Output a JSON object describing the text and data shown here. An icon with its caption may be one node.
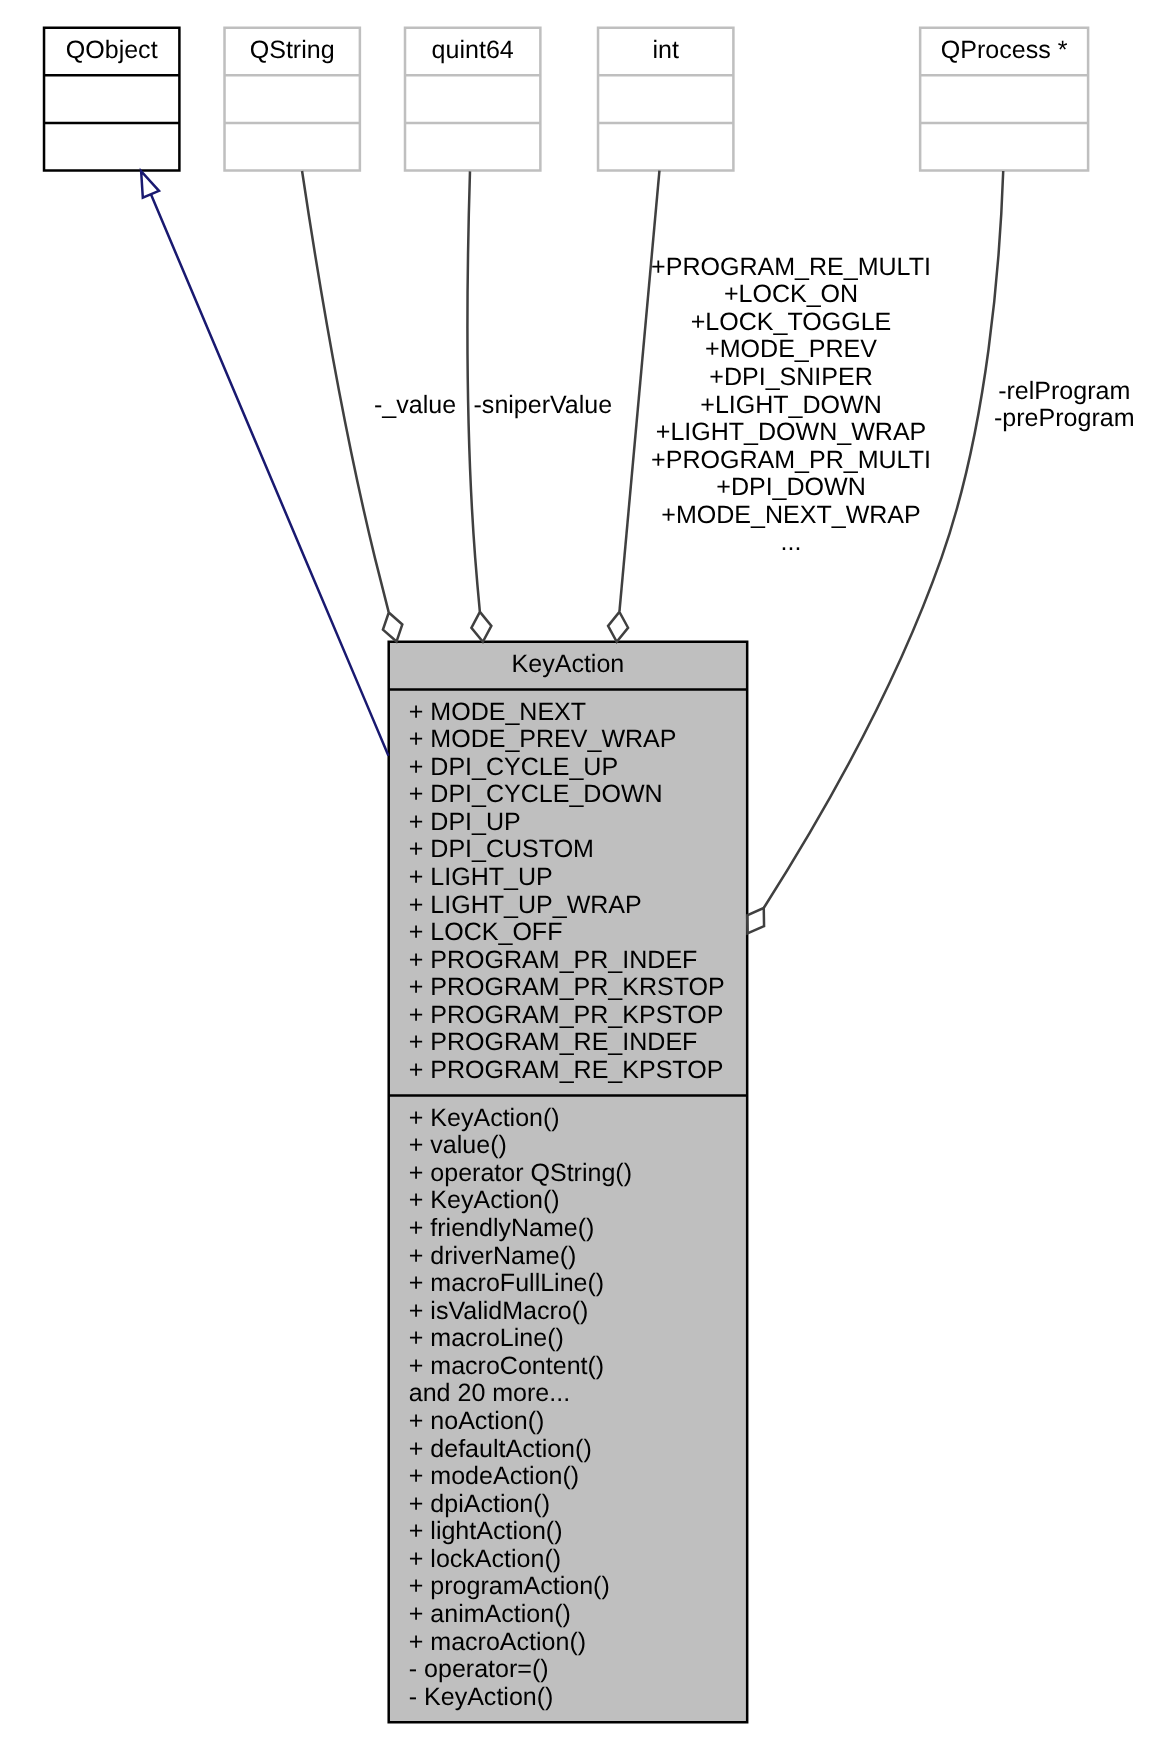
{
  "diagram": {
    "nodes": [
      {
        "text": [
          "QObject"
        ]
      },
      {
        "text": [
          "QString"
        ]
      },
      {
        "text": [
          "quint64"
        ]
      },
      {
        "text": [
          "int"
        ]
      },
      {
        "text": [
          "QProcess *"
        ]
      },
      {
        "text": [
          "KeyAction",
          "+ MODE_NEXT",
          "+ MODE_PREV_WRAP",
          "+ DPI_CYCLE_UP",
          "+ DPI_CYCLE_DOWN",
          "+ DPI_UP",
          "+ DPI_CUSTOM",
          "+ LIGHT_UP",
          "+ LIGHT_UP_WRAP",
          "+ LOCK_OFF",
          "+ PROGRAM_PR_INDEF",
          "+ PROGRAM_PR_KRSTOP",
          "+ PROGRAM_PR_KPSTOP",
          "+ PROGRAM_RE_INDEF",
          "+ PROGRAM_RE_KPSTOP",
          "+ KeyAction()",
          "+ value()",
          "+ operator QString()",
          "+ KeyAction()",
          "+ friendlyName()",
          "+ driverName()",
          "+ macroFullLine()",
          "+ isValidMacro()",
          "+ macroLine()",
          "+ macroContent()",
          "and 20 more...",
          "+ noAction()",
          "+ defaultAction()",
          "+ modeAction()",
          "+ dpiAction()",
          "+ lightAction()",
          "+ lockAction()",
          "+ programAction()",
          "+ animAction()",
          "+ macroAction()",
          "- operator=()",
          "- KeyAction()"
        ]
      }
    ],
    "edges": [
      {
        "from": 5,
        "to": 0,
        "arrow": "to",
        "color": "#191970"
      },
      {
        "from": 1,
        "to": 5,
        "arrow": "other",
        "label": "-_value"
      },
      {
        "from": 2,
        "to": 5,
        "arrow": "other",
        "label": "-sniperValue"
      },
      {
        "from": 3,
        "to": 5,
        "arrow": "other",
        "label": "+PROGRAM_RE_MULTI +LOCK_ON +LOCK_TOGGLE +MODE_PREV +DPI_SNIPER +LIGHT_DOWN +LIGHT_DOWN_WRAP +PROGRAM_PR_MULTI +DPI_DOWN +MODE_NEXT_WRAP ..."
      },
      {
        "from": 4,
        "to": 5,
        "arrow": "other",
        "label": "-relProgram -preProgram"
      }
    ]
  }
}
